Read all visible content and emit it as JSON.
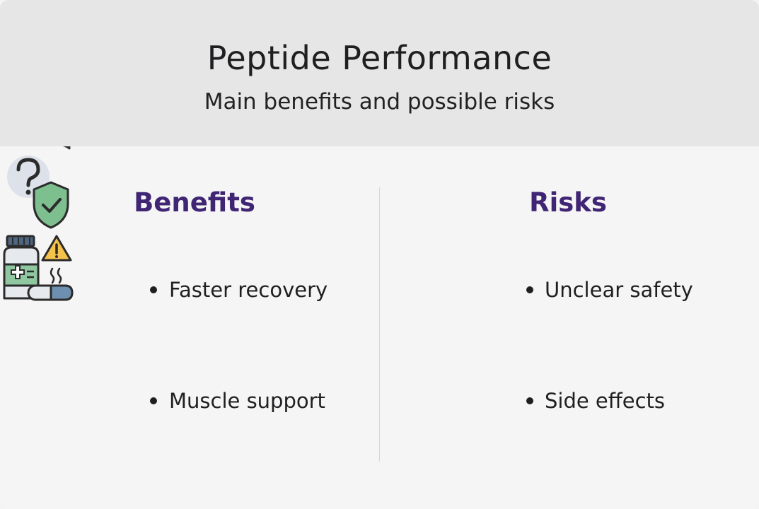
{
  "header": {
    "title": "Peptide Performance",
    "subtitle": "Main benefits and possible risks"
  },
  "benefits": {
    "heading": "Benefits",
    "items": [
      {
        "label": "Faster recovery",
        "icon": "runner-clock-icon"
      },
      {
        "label": "Muscle support",
        "icon": "flexed-arm-icon"
      }
    ]
  },
  "risks": {
    "heading": "Risks",
    "items": [
      {
        "label": "Unclear safety",
        "icon": "question-shield-icon"
      },
      {
        "label": "Side effects",
        "icon": "medicine-warning-icon"
      }
    ]
  },
  "colors": {
    "heading": "#3f2574",
    "header_bg": "#e6e6e6",
    "body_bg": "#f5f5f5",
    "shield_green": "#7dbf8e",
    "warning_yellow": "#f5c24c",
    "skin": "#f2c9a8"
  }
}
